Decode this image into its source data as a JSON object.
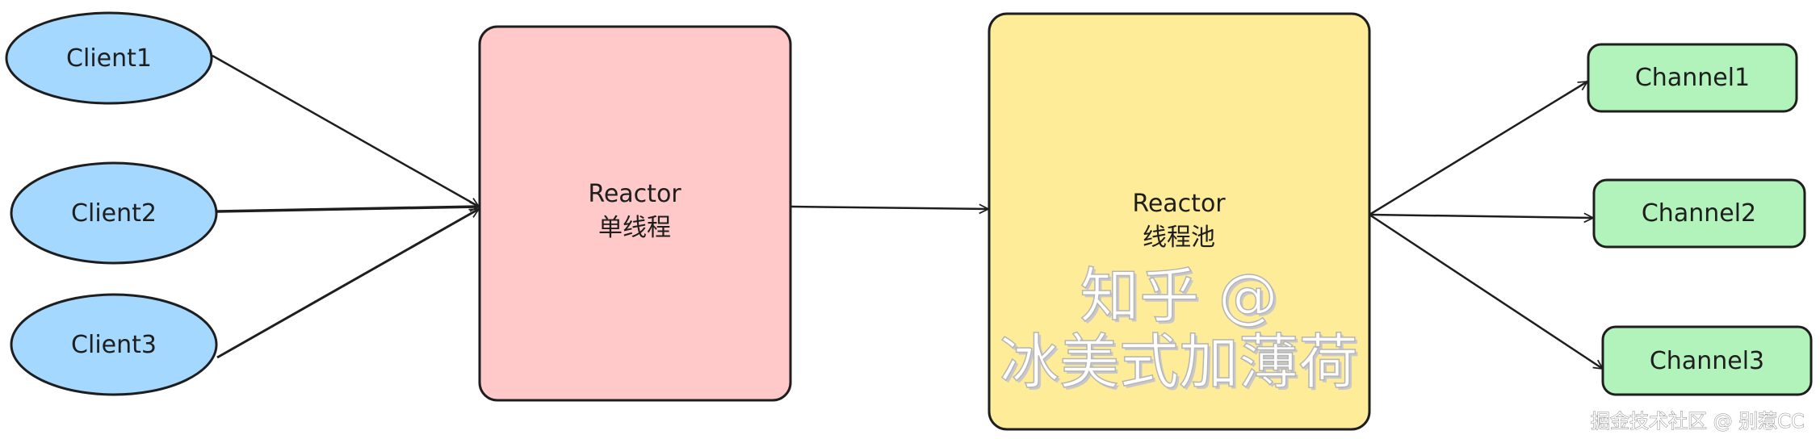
{
  "diagram": {
    "clients": [
      {
        "label": "Client1"
      },
      {
        "label": "Client2"
      },
      {
        "label": "Client3"
      }
    ],
    "reactor_single": {
      "title": "Reactor",
      "subtitle": "单线程"
    },
    "reactor_pool": {
      "title": "Reactor",
      "subtitle": "线程池"
    },
    "channels": [
      {
        "label": "Channel1"
      },
      {
        "label": "Channel2"
      },
      {
        "label": "Channel3"
      }
    ],
    "colors": {
      "client_fill": "#a5d8ff",
      "reactor_single_fill": "#ffc9c9",
      "reactor_pool_fill": "#ffec99",
      "channel_fill": "#b2f2bb",
      "stroke": "#1e1e1e"
    }
  },
  "watermarks": {
    "zhihu": "知乎 @冰美式加薄荷",
    "juejin": "掘金技术社区 @ 别惹CC"
  }
}
